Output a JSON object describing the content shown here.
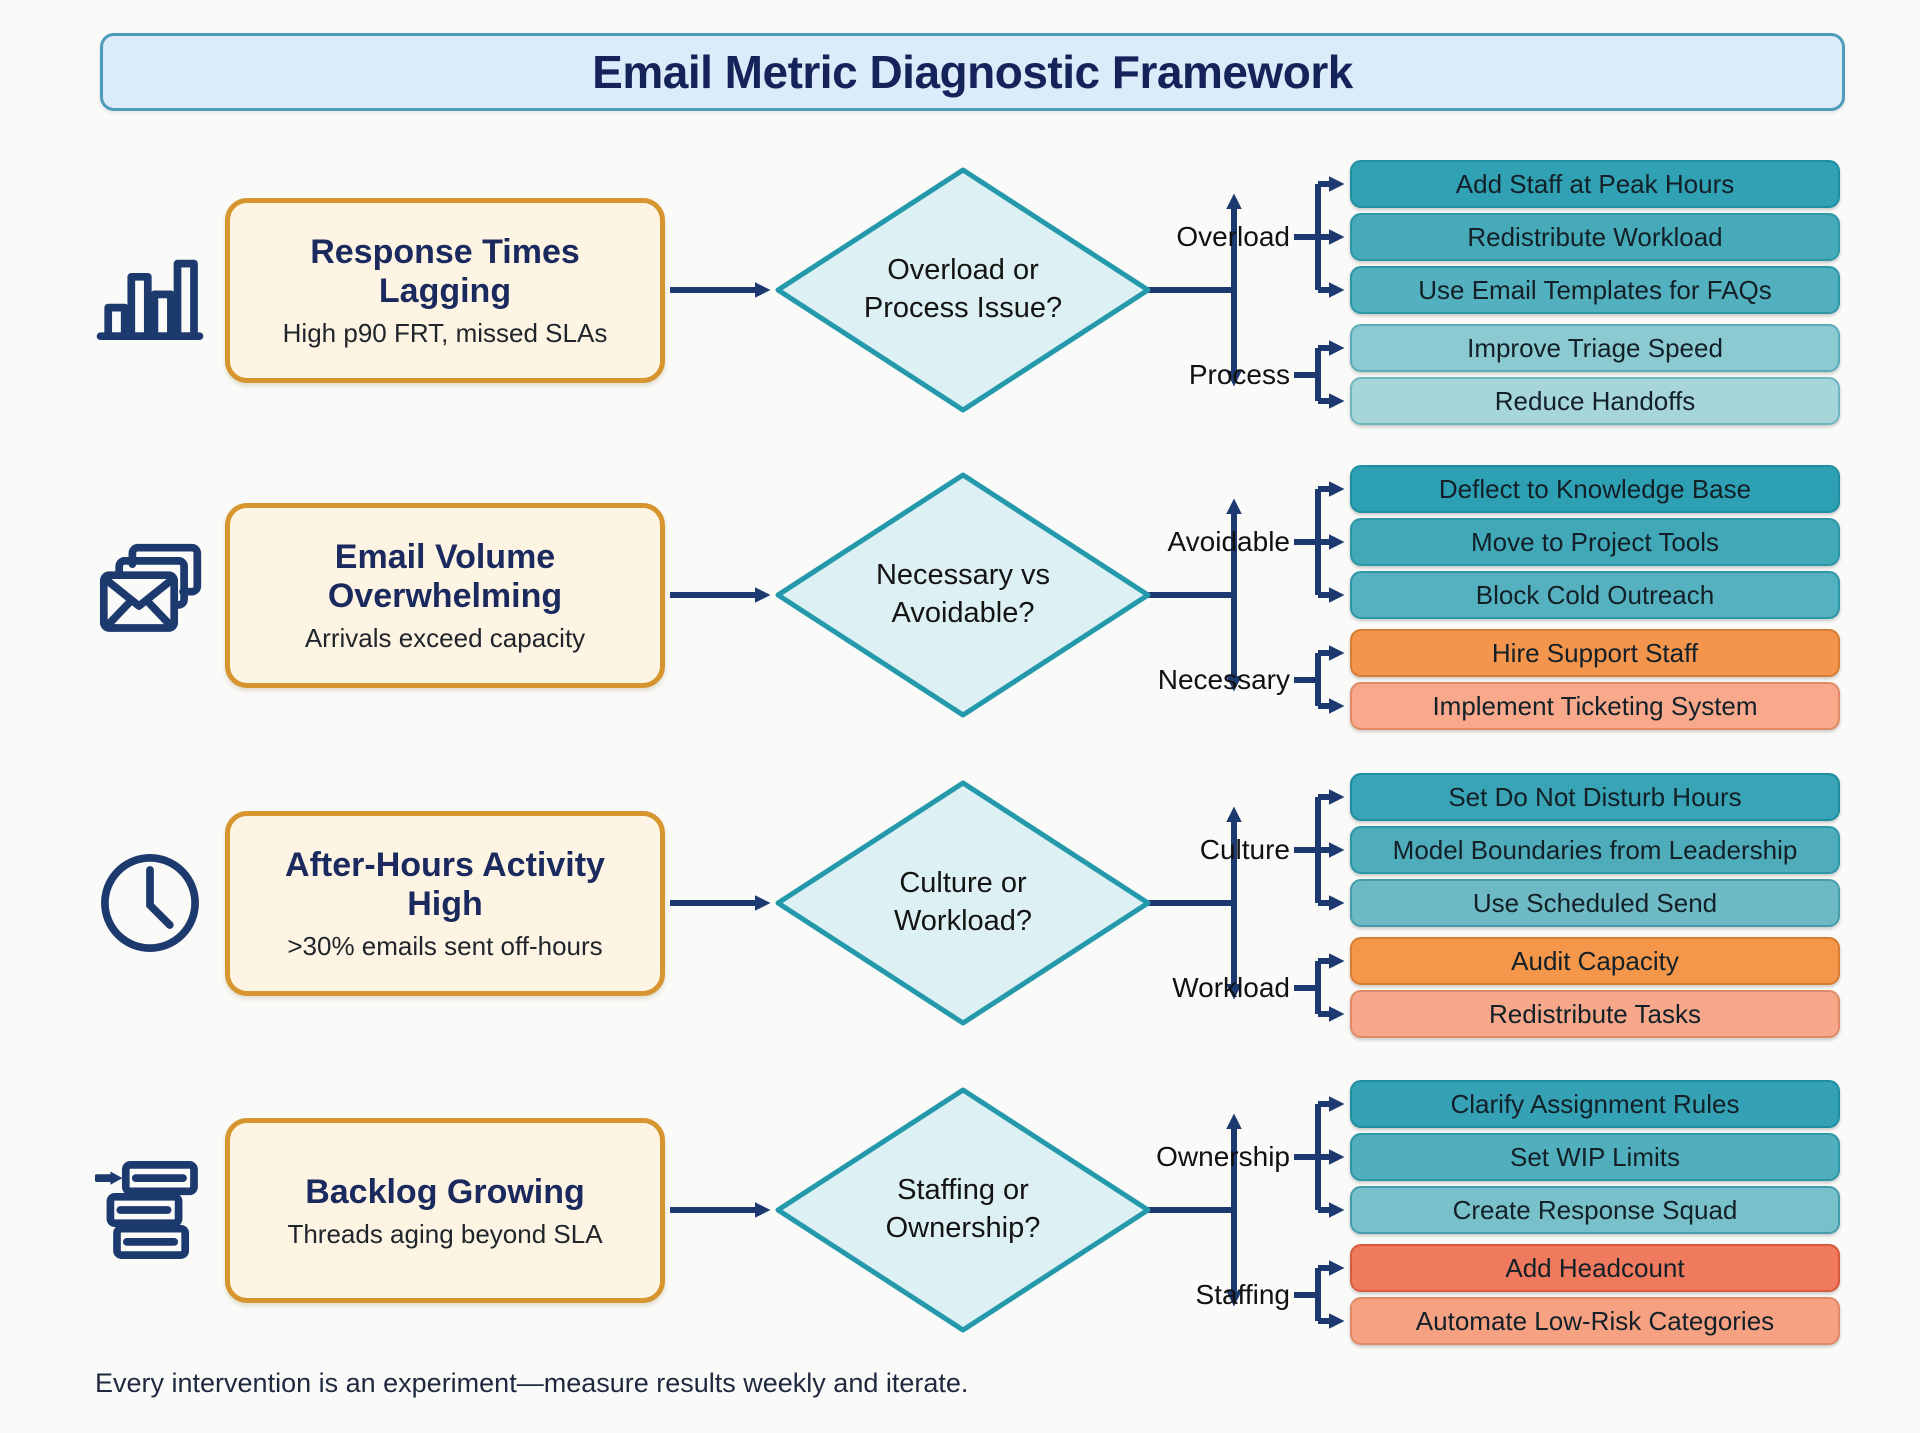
{
  "title": "Email Metric Diagnostic Framework",
  "footnote": "Every intervention is an experiment—measure results weekly and iterate.",
  "palette": {
    "background": "#fafaf8",
    "banner_bg": "#dcebf9",
    "banner_border": "#4f9cba",
    "navy_text": "#15235b",
    "problem_bg": "#fdf4e3",
    "problem_border": "#d6952f",
    "diamond_bg": "#ddf0f3",
    "diamond_border": "#2399ab",
    "arrow": "#1c3a70"
  },
  "rows": [
    {
      "icon": "bar-chart-icon",
      "problem": {
        "title": "Response Times Lagging",
        "subtitle": "High p90 FRT, missed SLAs"
      },
      "question": {
        "line1": "Overload or",
        "line2": "Process Issue?"
      },
      "branch_top": {
        "label": "Overload",
        "items": [
          {
            "label": "Add Staff at Peak Hours",
            "bg": "#31a1b4",
            "border": "#1f8ea1"
          },
          {
            "label": "Redistribute Workload",
            "bg": "#46aab9",
            "border": "#2d97a7"
          },
          {
            "label": "Use Email Templates for FAQs",
            "bg": "#53b0be",
            "border": "#2d97a7"
          }
        ]
      },
      "branch_bottom": {
        "label": "Process",
        "items": [
          {
            "label": "Improve Triage Speed",
            "bg": "#8ccad2",
            "border": "#5aacb8"
          },
          {
            "label": "Reduce Handoffs",
            "bg": "#a6d5da",
            "border": "#6fb6c0"
          }
        ]
      }
    },
    {
      "icon": "envelopes-icon",
      "problem": {
        "title": "Email Volume Overwhelming",
        "subtitle": "Arrivals exceed capacity"
      },
      "question": {
        "line1": "Necessary vs",
        "line2": "Avoidable?"
      },
      "branch_top": {
        "label": "Avoidable",
        "items": [
          {
            "label": "Deflect to Knowledge Base",
            "bg": "#2da0b3",
            "border": "#1f8ea1"
          },
          {
            "label": "Move to Project Tools",
            "bg": "#40a8b7",
            "border": "#2d97a7"
          },
          {
            "label": "Block Cold Outreach",
            "bg": "#55b1bf",
            "border": "#2d97a7"
          }
        ]
      },
      "branch_bottom": {
        "label": "Necessary",
        "items": [
          {
            "label": "Hire Support Staff",
            "bg": "#f3954c",
            "border": "#d87c31"
          },
          {
            "label": "Implement Ticketing System",
            "bg": "#f8a98c",
            "border": "#e08a67"
          }
        ]
      }
    },
    {
      "icon": "clock-icon",
      "problem": {
        "title": "After-Hours Activity High",
        "subtitle": ">30% emails sent off-hours"
      },
      "question": {
        "line1": "Culture or",
        "line2": "Workload?"
      },
      "branch_top": {
        "label": "Culture",
        "items": [
          {
            "label": "Set Do Not Disturb Hours",
            "bg": "#38a4b6",
            "border": "#1f8ea1"
          },
          {
            "label": "Model Boundaries from Leadership",
            "bg": "#4facbb",
            "border": "#2d97a7"
          },
          {
            "label": "Use Scheduled Send",
            "bg": "#6dbac5",
            "border": "#459dab"
          }
        ]
      },
      "branch_bottom": {
        "label": "Workload",
        "items": [
          {
            "label": "Audit Capacity",
            "bg": "#f5974b",
            "border": "#d87c31"
          },
          {
            "label": "Redistribute Tasks",
            "bg": "#f7a78a",
            "border": "#e08a67"
          }
        ]
      }
    },
    {
      "icon": "backlog-icon",
      "problem": {
        "title": "Backlog Growing",
        "subtitle": "Threads aging beyond SLA"
      },
      "question": {
        "line1": "Staffing or",
        "line2": "Ownership?"
      },
      "branch_top": {
        "label": "Ownership",
        "items": [
          {
            "label": "Clarify Assignment Rules",
            "bg": "#34a2b4",
            "border": "#1f8ea1"
          },
          {
            "label": "Set WIP Limits",
            "bg": "#51aebc",
            "border": "#2d97a7"
          },
          {
            "label": "Create Response Squad",
            "bg": "#78c0ca",
            "border": "#459dab"
          }
        ]
      },
      "branch_bottom": {
        "label": "Staffing",
        "items": [
          {
            "label": "Add Headcount",
            "bg": "#ef7a5e",
            "border": "#d55a3e"
          },
          {
            "label": "Automate Low-Risk Categories",
            "bg": "#f7a183",
            "border": "#e08a67"
          }
        ]
      }
    }
  ]
}
